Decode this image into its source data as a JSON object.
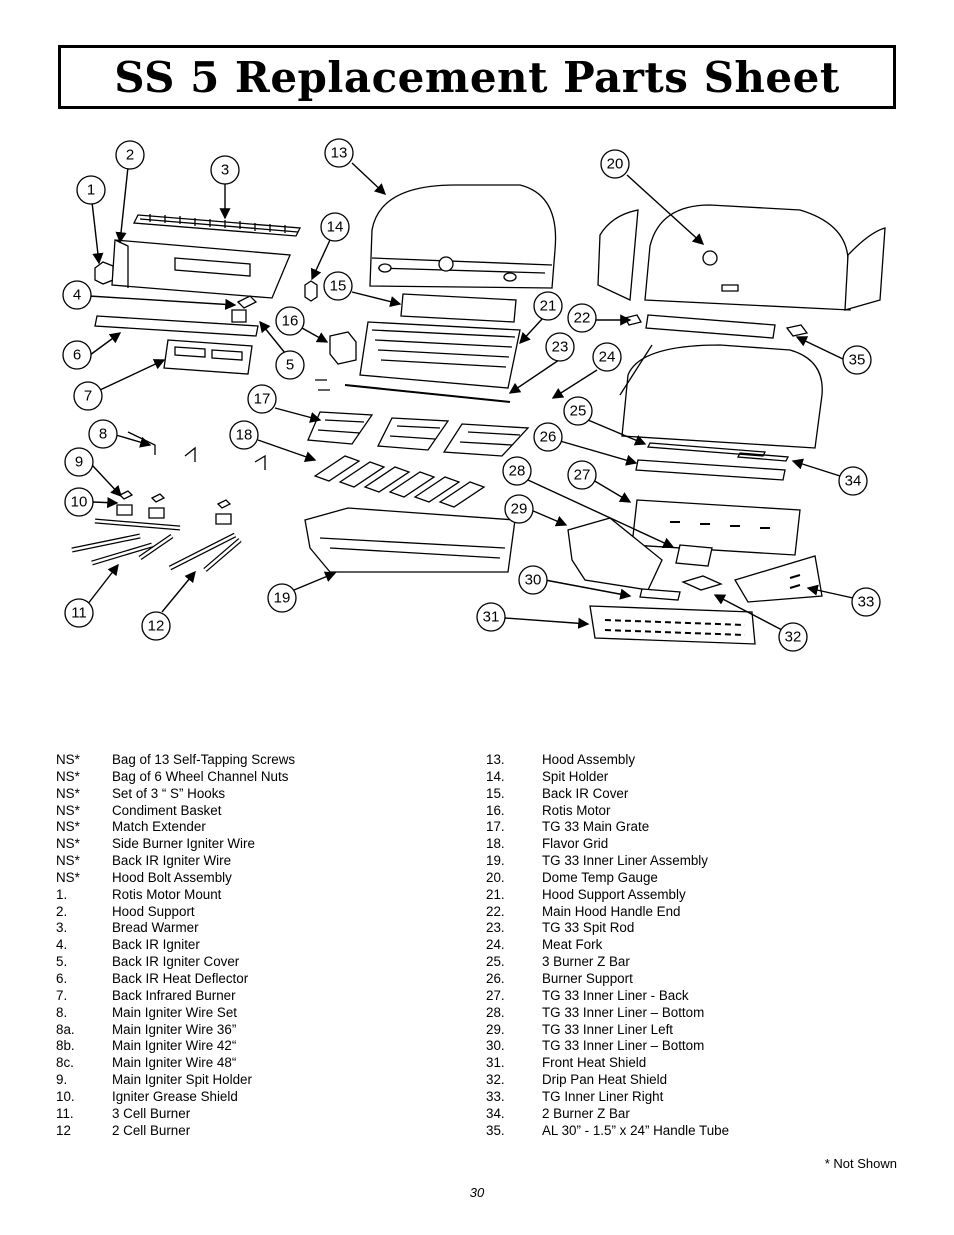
{
  "header": {
    "title": "SS 5 Replacement Parts Sheet"
  },
  "callouts": [
    "1",
    "2",
    "3",
    "4",
    "5",
    "6",
    "7",
    "8",
    "9",
    "10",
    "11",
    "12",
    "13",
    "14",
    "15",
    "16",
    "17",
    "18",
    "19",
    "20",
    "21",
    "22",
    "23",
    "24",
    "25",
    "26",
    "27",
    "28",
    "29",
    "30",
    "31",
    "32",
    "33",
    "34",
    "35"
  ],
  "parts_left": [
    {
      "num": "NS*",
      "desc": "Bag of 13 Self-Tapping Screws"
    },
    {
      "num": "NS*",
      "desc": "Bag of 6 Wheel Channel Nuts"
    },
    {
      "num": "NS*",
      "desc": "Set of 3 “ S”  Hooks"
    },
    {
      "num": "NS*",
      "desc": "Condiment Basket"
    },
    {
      "num": "NS*",
      "desc": "Match Extender"
    },
    {
      "num": "NS*",
      "desc": "Side Burner Igniter Wire"
    },
    {
      "num": "NS*",
      "desc": "Back IR Igniter Wire"
    },
    {
      "num": "NS*",
      "desc": "Hood Bolt Assembly"
    },
    {
      "num": "1.",
      "desc": "Rotis Motor Mount"
    },
    {
      "num": "2.",
      "desc": "Hood Support"
    },
    {
      "num": "3.",
      "desc": "Bread Warmer"
    },
    {
      "num": "4.",
      "desc": "Back IR Igniter"
    },
    {
      "num": "5.",
      "desc": "Back IR Igniter Cover"
    },
    {
      "num": "6.",
      "desc": "Back IR Heat Deflector"
    },
    {
      "num": "7.",
      "desc": "Back Infrared Burner"
    },
    {
      "num": "8.",
      "desc": "Main Igniter Wire Set"
    },
    {
      "num": "8a.",
      "desc": " Main Igniter Wire 36”"
    },
    {
      "num": "8b.",
      "desc": " Main Igniter Wire 42“"
    },
    {
      "num": "8c.",
      "desc": " Main Igniter Wire 48“"
    },
    {
      "num": "9.",
      "desc": "Main Igniter Spit Holder"
    },
    {
      "num": "10.",
      "desc": "Igniter Grease Shield"
    },
    {
      "num": "11.",
      "desc": "3 Cell Burner"
    },
    {
      "num": "12",
      "desc": "2 Cell Burner"
    }
  ],
  "parts_right": [
    {
      "num": "13.",
      "desc": "Hood Assembly"
    },
    {
      "num": "14.",
      "desc": "Spit Holder"
    },
    {
      "num": "15.",
      "desc": "Back IR Cover"
    },
    {
      "num": "16.",
      "desc": "Rotis Motor"
    },
    {
      "num": "17.",
      "desc": "TG 33 Main Grate"
    },
    {
      "num": "18.",
      "desc": "Flavor Grid"
    },
    {
      "num": "19.",
      "desc": "TG 33 Inner Liner Assembly"
    },
    {
      "num": "20.",
      "desc": "Dome Temp Gauge"
    },
    {
      "num": "21.",
      "desc": "Hood Support Assembly"
    },
    {
      "num": "22.",
      "desc": "Main Hood Handle End"
    },
    {
      "num": "23.",
      "desc": "TG 33 Spit Rod"
    },
    {
      "num": "24.",
      "desc": "Meat Fork"
    },
    {
      "num": "25.",
      "desc": "3 Burner Z Bar"
    },
    {
      "num": "26.",
      "desc": "Burner Support"
    },
    {
      "num": "27.",
      "desc": "TG 33 Inner Liner - Back"
    },
    {
      "num": "28.",
      "desc": "TG 33 Inner Liner –  Bottom"
    },
    {
      "num": "29.",
      "desc": "TG 33 Inner Liner Left"
    },
    {
      "num": "30.",
      "desc": "TG 33 Inner Liner –  Bottom"
    },
    {
      "num": "31.",
      "desc": "Front Heat Shield"
    },
    {
      "num": "32.",
      "desc": "Drip Pan Heat Shield"
    },
    {
      "num": "33.",
      "desc": "TG Inner Liner Right"
    },
    {
      "num": "34.",
      "desc": "2 Burner Z Bar"
    },
    {
      "num": "35.",
      "desc": "AL 30”  - 1.5”  x 24”  Handle Tube"
    }
  ],
  "footnote": "* Not Shown",
  "page_number": "30"
}
